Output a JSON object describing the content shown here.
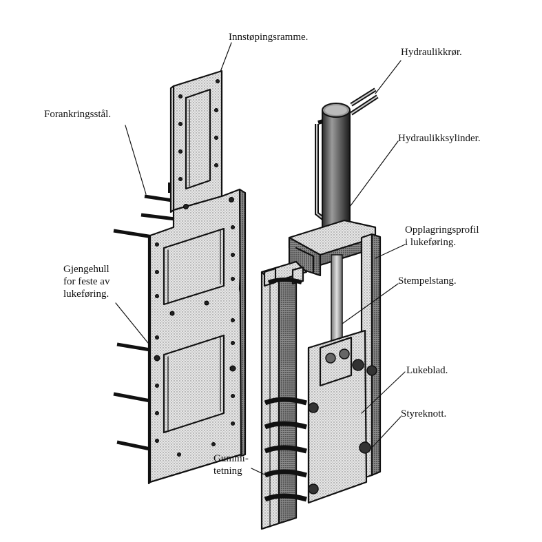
{
  "labels": {
    "embed_frame": "Innstøpingsramme.",
    "hyd_pipe": "Hydraulikkrør.",
    "anchor_steel": "Forankringsstål.",
    "hyd_cylinder": "Hydraulikksylinder.",
    "support_profile_1": "Opplagringsprofil",
    "support_profile_2": "i lukeføring.",
    "threaded_hole_1": "Gjengehull",
    "threaded_hole_2": "for feste av",
    "threaded_hole_3": "lukeføring.",
    "piston_rod": "Stempelstang.",
    "gate_leaf": "Lukeblad.",
    "guide_knob": "Styreknott.",
    "rubber_seal_1": "Gummi-",
    "rubber_seal_2": "tetning"
  }
}
